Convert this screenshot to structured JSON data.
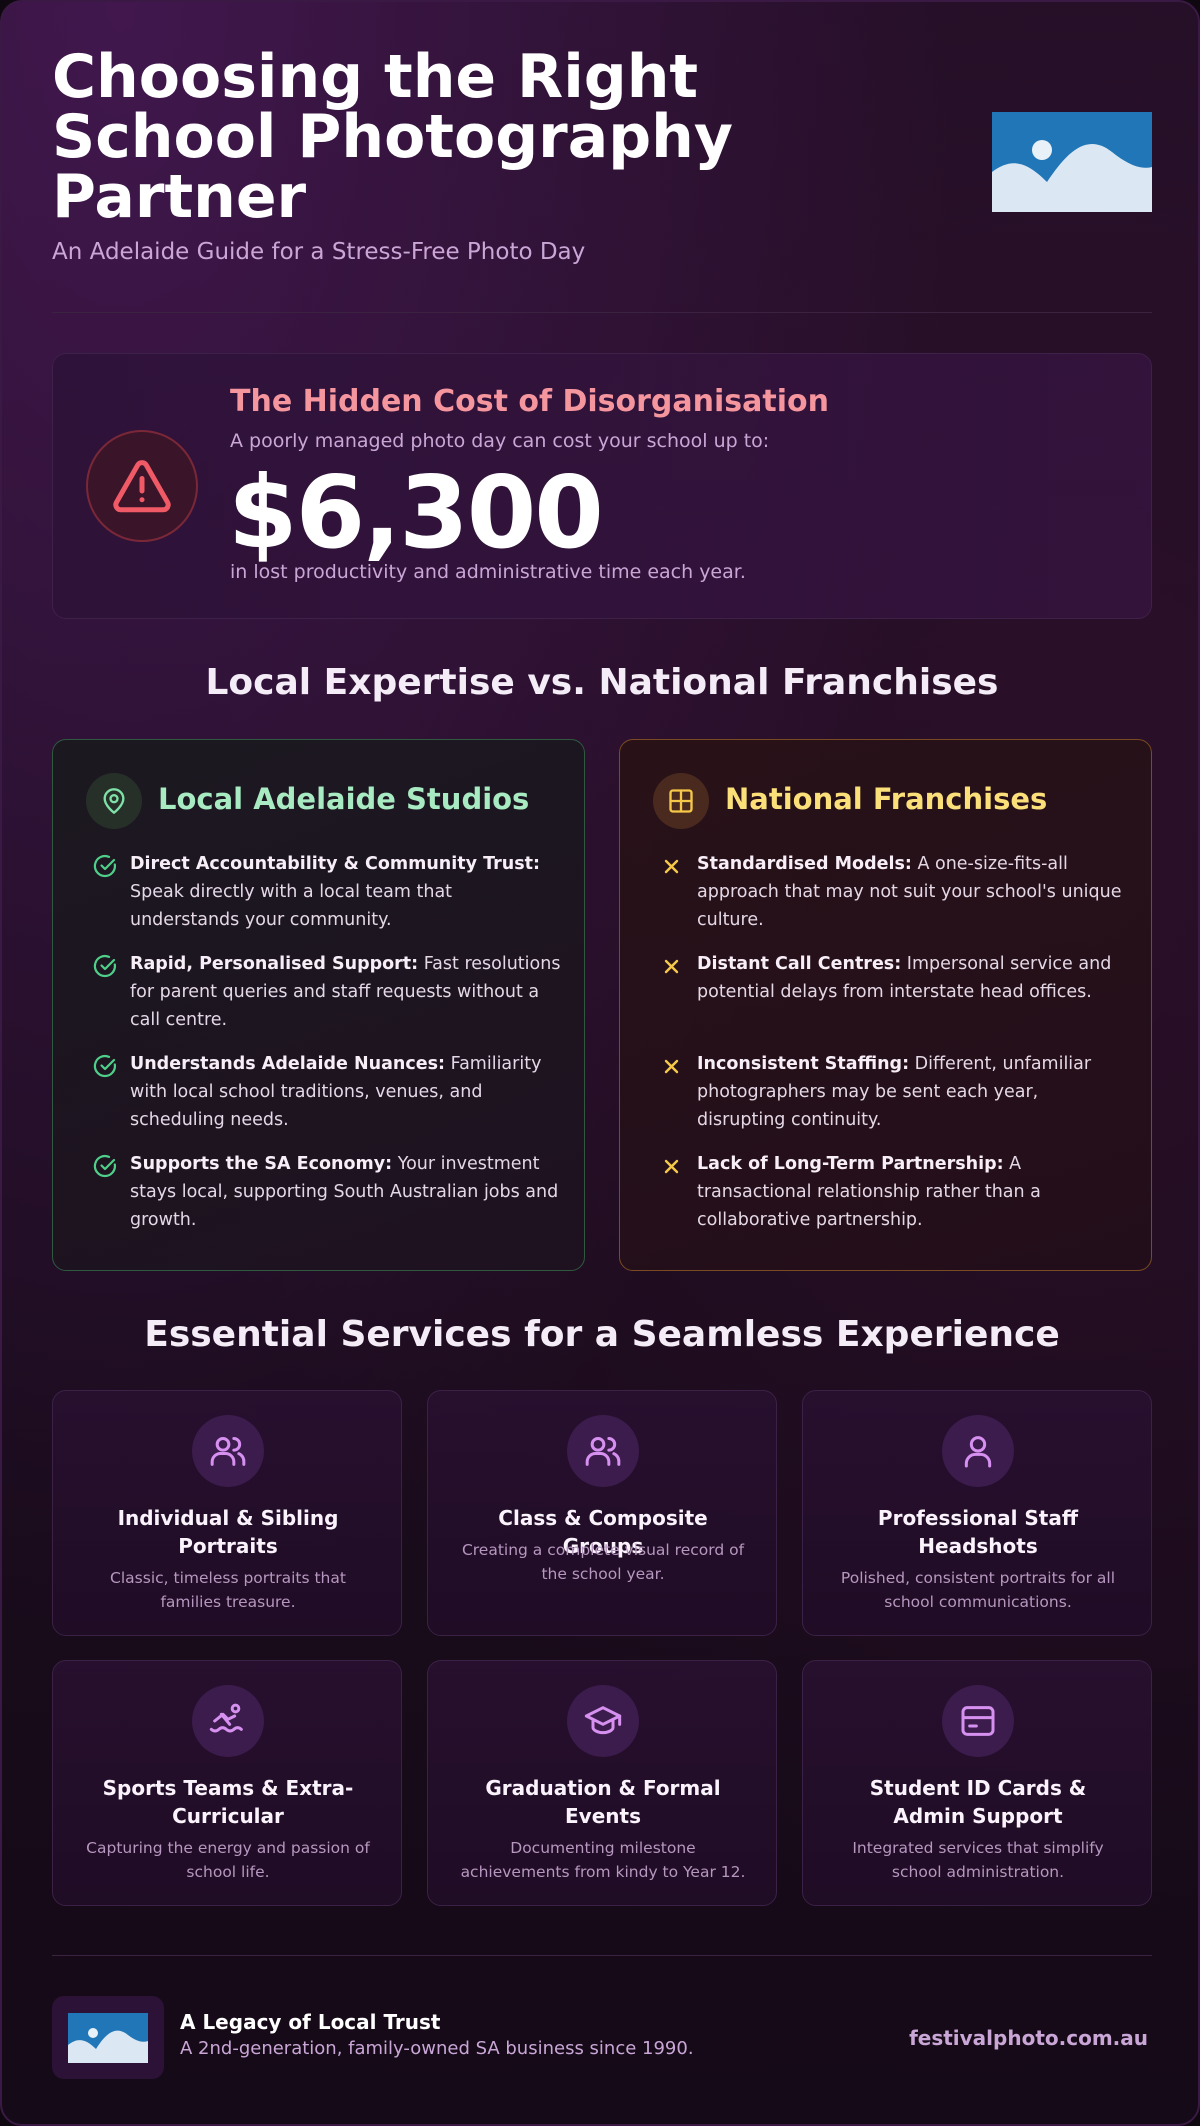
{
  "header": {
    "title": "Choosing the Right School Photography Partner",
    "subtitle": "An Adelaide Guide for a Stress-Free Photo Day",
    "hero_image_icon": "landscape-image-icon"
  },
  "cost": {
    "icon": "warning-icon",
    "title": "The Hidden Cost of Disorganisation",
    "pre_text": "A poorly managed photo day can cost your school up to:",
    "amount": "$6,300",
    "post_text": "in lost productivity and administrative time each year."
  },
  "comparison": {
    "heading": "Local Expertise vs. National Franchises",
    "local": {
      "icon": "map-pin-icon",
      "title": "Local Adelaide Studios",
      "item_icon": "check-circle-icon",
      "items": [
        {
          "bold": "Direct Accountability & Community Trust:",
          "text": " Speak directly with a local team that understands your community."
        },
        {
          "bold": "Rapid, Personalised Support:",
          "text": " Fast resolutions for parent queries and staff requests without a call centre."
        },
        {
          "bold": "Understands Adelaide Nuances:",
          "text": " Familiarity with local school traditions, venues, and scheduling needs."
        },
        {
          "bold": "Supports the SA Economy:",
          "text": " Your investment stays local, supporting South Australian jobs and growth."
        }
      ]
    },
    "national": {
      "icon": "grid-icon",
      "title": "National Franchises",
      "item_icon": "cross-icon",
      "items": [
        {
          "bold": "Standardised Models:",
          "text": " A one-size-fits-all approach that may not suit your school's unique culture."
        },
        {
          "bold": "Distant Call Centres:",
          "text": " Impersonal service and potential delays from interstate head offices."
        },
        {
          "bold": "Inconsistent Staffing:",
          "text": " Different, unfamiliar photographers may be sent each year, disrupting continuity."
        },
        {
          "bold": "Lack of Long-Term Partnership:",
          "text": " A transactional relationship rather than a collaborative partnership."
        }
      ]
    }
  },
  "services": {
    "heading": "Essential Services for a Seamless Experience",
    "items": [
      {
        "icon": "users-icon",
        "title": "Individual & Sibling Portraits",
        "desc": "Classic, timeless portraits that families treasure."
      },
      {
        "icon": "users-icon",
        "title": "Class & Composite Groups",
        "desc": "Creating a complete visual record of the school year."
      },
      {
        "icon": "user-icon",
        "title": "Professional Staff Headshots",
        "desc": "Polished, consistent portraits for all school communications."
      },
      {
        "icon": "swimmer-icon",
        "title": "Sports Teams & Extra-Curricular",
        "desc": "Capturing the energy and passion of school life."
      },
      {
        "icon": "graduation-cap-icon",
        "title": "Graduation & Formal Events",
        "desc": "Documenting milestone achievements from kindy to Year 12."
      },
      {
        "icon": "id-card-icon",
        "title": "Student ID Cards & Admin Support",
        "desc": "Integrated services that simplify school administration."
      }
    ]
  },
  "footer": {
    "logo_icon": "landscape-image-icon",
    "title": "A Legacy of Local Trust",
    "subtitle": "A 2nd-generation, family-owned SA business since 1990.",
    "url": "festivalphoto.com.au"
  },
  "colors": {
    "accent_red": "#f5959d",
    "accent_green": "#a8eac2",
    "accent_yellow": "#fbe07a",
    "accent_purple": "#c9a6d6"
  }
}
